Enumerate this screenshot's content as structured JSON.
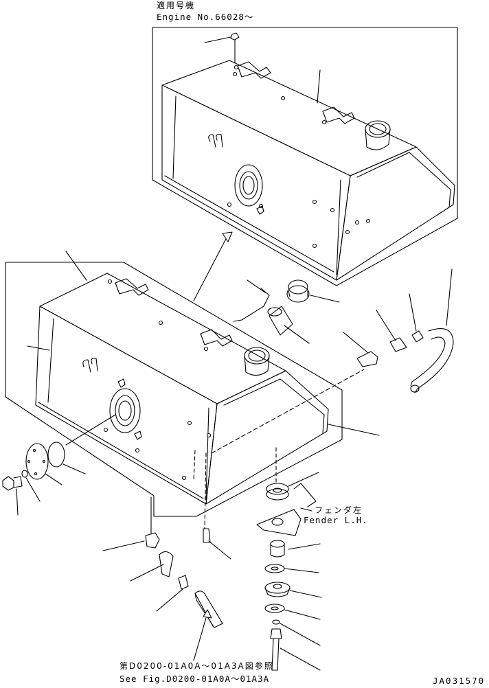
{
  "applicability": {
    "heading": "適用号機",
    "engine": "Engine No.66028～"
  },
  "fender": {
    "jp": "フェンダ左",
    "en": "Fender L.H."
  },
  "see_fig": {
    "jp": "第D0200-01A0A～01A3A図参照",
    "en": "See Fig.D0200-01A0A～01A3A"
  },
  "drawing_no": "JA031570",
  "colors": {
    "line": "#000000",
    "background": "#ffffff"
  }
}
